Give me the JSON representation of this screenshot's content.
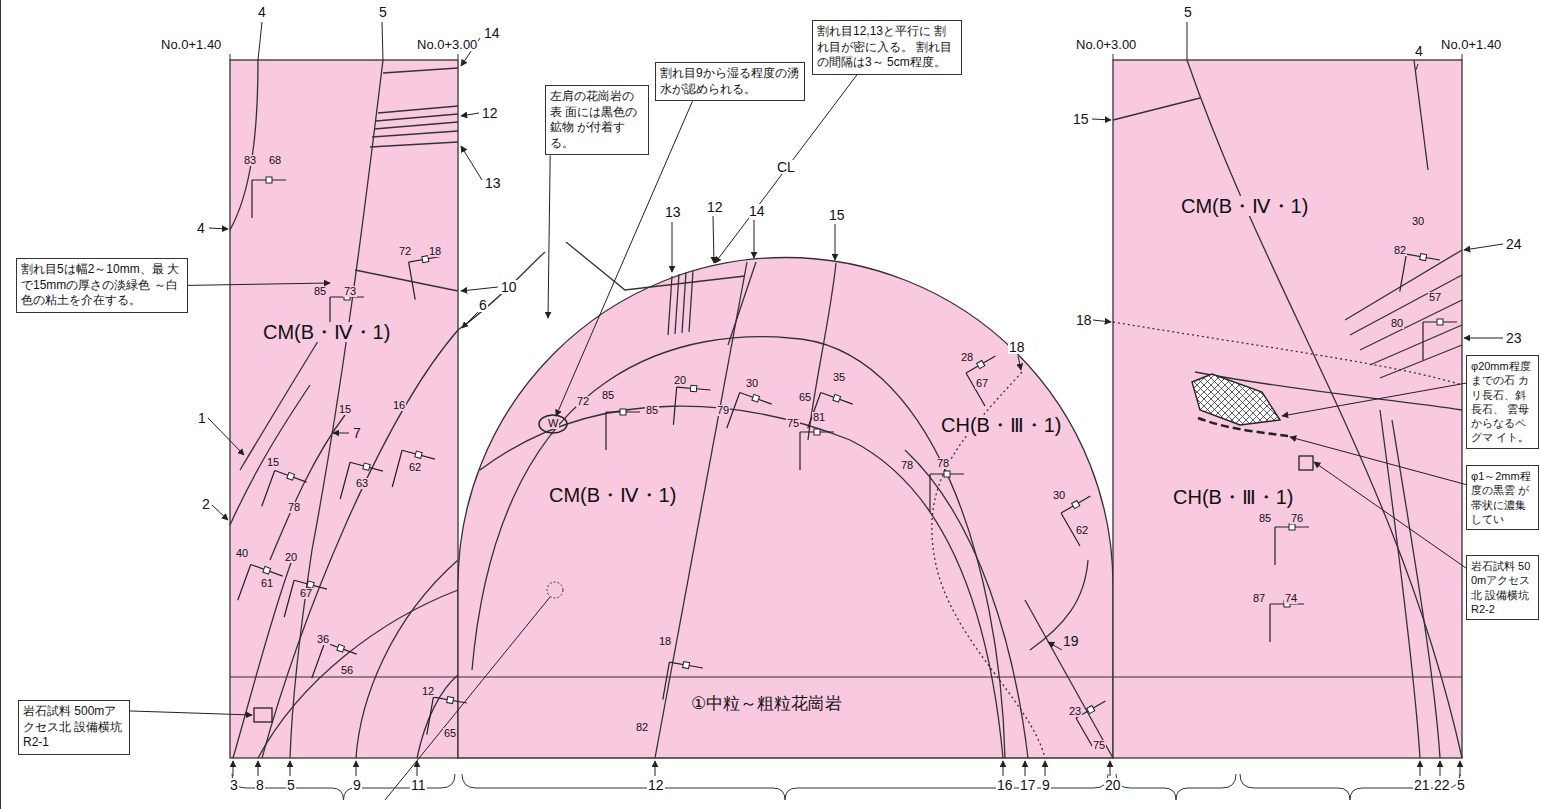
{
  "diagram": {
    "nodes": [
      {
        "text": [
          "割れ目5は幅2～10mm、最 大で15mmの厚さの淡緑色 ～白色の粘土を介在する。"
        ]
      },
      {
        "text": [
          "左肩の花崗岩の表 面には黒色の鉱物 が付着する。"
        ]
      },
      {
        "text": [
          "割れ目9から湿る程度の湧 水が認められる。"
        ]
      },
      {
        "text": [
          "割れ目12,13と平行に 割れ目が密に入る。 割れ目の間隔は3～ 5cm程度。"
        ]
      },
      {
        "text": [
          "φ20mm程度までの石 カリ長石、斜長石、 雲母からなるペグマ イト。"
        ]
      },
      {
        "text": [
          "φ1～2mm程度の黒雲 が帯状に濃集してい"
        ]
      },
      {
        "text": [
          "岩石試料 500mアクセス北 設備横坑R2-2"
        ]
      },
      {
        "text": [
          "岩石試料 500mアクセス北 設備横坑R2-1"
        ]
      }
    ],
    "labels": [
      "No.0+1.40",
      "No.0+3.00",
      "No.0+3.00",
      "No.0+1.40",
      "4",
      "5",
      "14",
      "12",
      "13",
      "4",
      "10",
      "6",
      "1",
      "7",
      "2",
      "3",
      "8",
      "5",
      "9",
      "11",
      "83",
      "68",
      "72",
      "18",
      "85",
      "73",
      "15",
      "78",
      "15",
      "63",
      "16",
      "62",
      "40",
      "61",
      "20",
      "67",
      "36",
      "56",
      "12",
      "65",
      "CM(B・Ⅳ・1)",
      "13",
      "12",
      "14",
      "15",
      "CL",
      "85",
      "20",
      "79",
      "30",
      "65",
      "35",
      "72",
      "85",
      "75",
      "81",
      "28",
      "67",
      "78",
      "78",
      "W",
      "CM(B・Ⅳ・1)",
      "CH(B・Ⅲ・1)",
      "①中粒～粗粒花崗岩",
      "18",
      "19",
      "30",
      "62",
      "23",
      "75",
      "18",
      "82",
      "12",
      "16",
      "17",
      "9",
      "20",
      "5",
      "4",
      "15",
      "CM(B・Ⅳ・1)",
      "82",
      "30",
      "24",
      "80",
      "57",
      "23",
      "18",
      "CH(B・Ⅲ・1)",
      "85",
      "76",
      "87",
      "74",
      "21",
      "22",
      "5"
    ]
  }
}
